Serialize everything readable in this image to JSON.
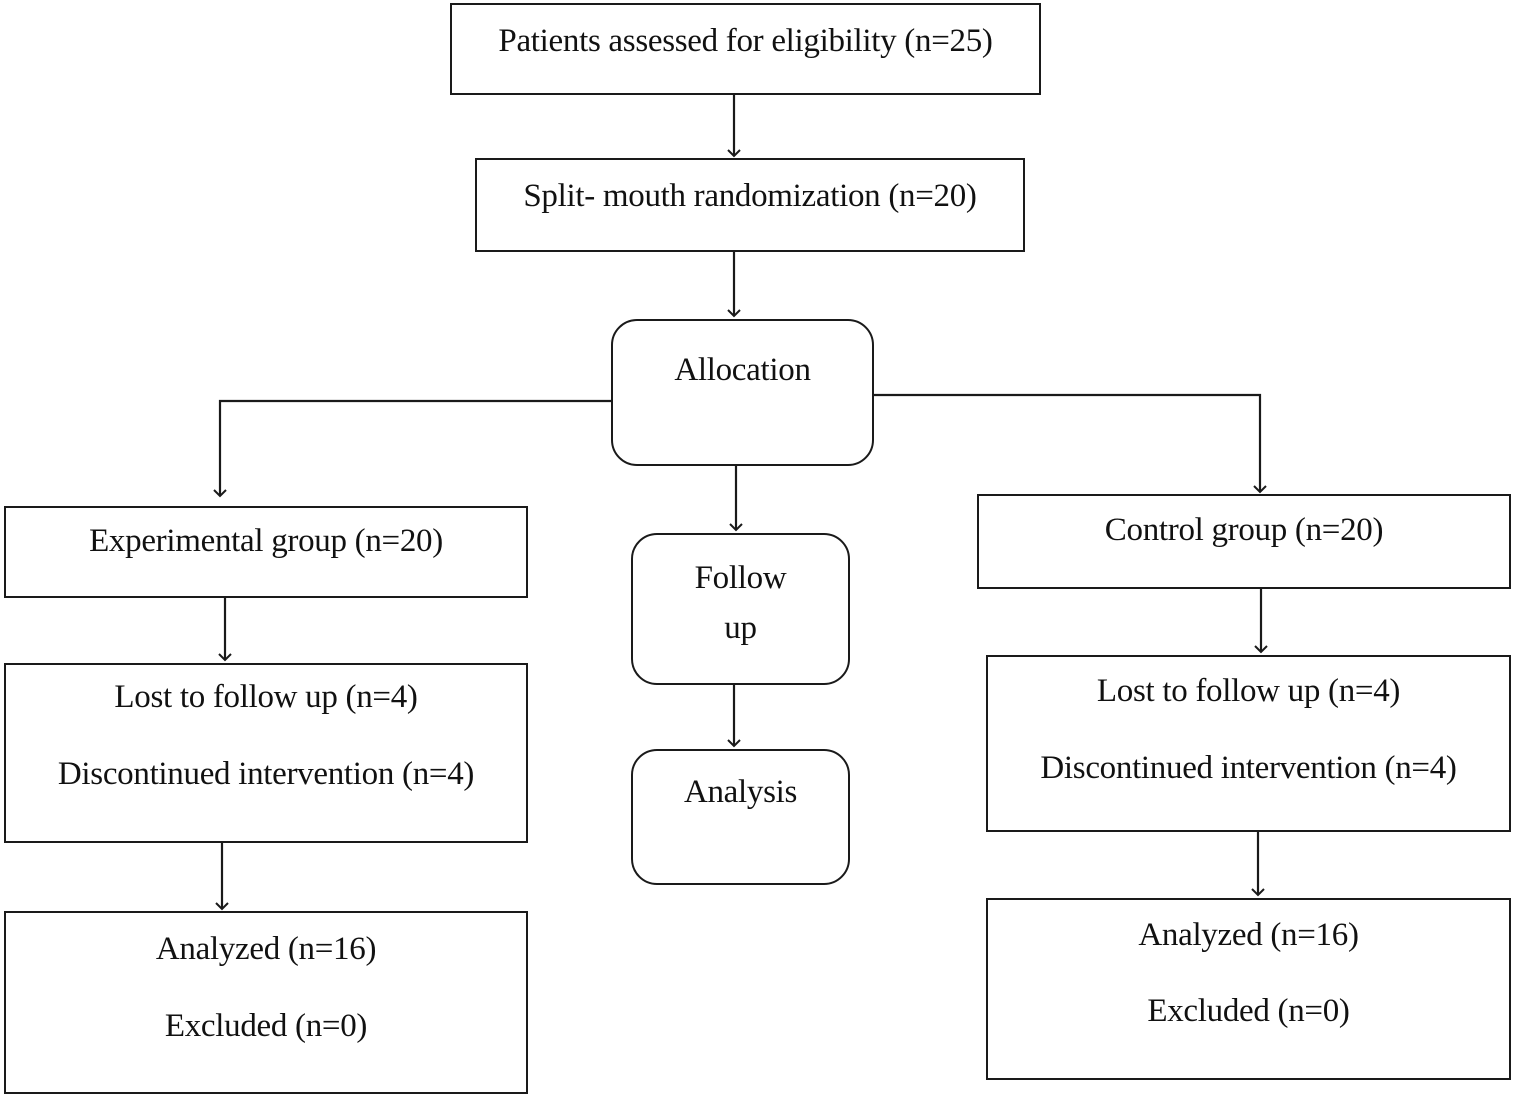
{
  "flowchart": {
    "assessed": "Patients assessed for eligibility  (n=25)",
    "randomization": "Split- mouth randomization  (n=20)",
    "allocation": "Allocation",
    "experimental": {
      "group": "Experimental  group (n=20)",
      "lost": "Lost to follow up (n=4)",
      "discontinued": "Discontinued intervention  (n=4)",
      "analyzed": "Analyzed (n=16)",
      "excluded": "Excluded (n=0)"
    },
    "middle": {
      "follow_line1": "Follow",
      "follow_line2": "up",
      "analysis": "Analysis"
    },
    "control": {
      "group": "Control group (n=20)",
      "lost": "Lost to follow up (n=4)",
      "discontinued": "Discontinued intervention  (n=4)",
      "analyzed": "Analyzed (n=16)",
      "excluded": "Excluded (n=0)"
    }
  }
}
